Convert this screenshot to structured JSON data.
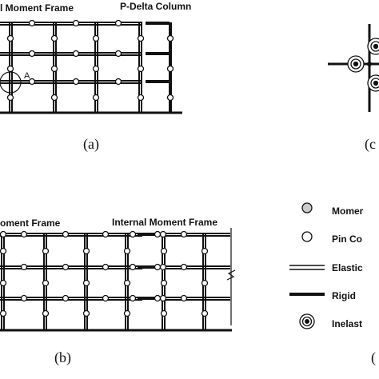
{
  "panel_a": {
    "label_left": "l Moment Frame",
    "label_right": "P-Delta Column",
    "node_label": "A",
    "caption": "(a)"
  },
  "panel_b": {
    "label_left": "oment Frame",
    "label_right": "Internal Moment Frame",
    "caption": "(b)"
  },
  "panel_c": {
    "caption": "(c"
  },
  "panel_d": {
    "caption": "(",
    "legend": [
      {
        "symbol": "moment-node",
        "text": "Momer"
      },
      {
        "symbol": "pin-node",
        "text": "Pin Co"
      },
      {
        "symbol": "elastic-line",
        "text": "Elastic"
      },
      {
        "symbol": "rigid-line",
        "text": "Rigid"
      },
      {
        "symbol": "inelastic-spring",
        "text": "Inelast"
      }
    ]
  },
  "colors": {
    "line": "#111111",
    "node_fill": "#ffffff",
    "moment_node_fill": "#cccccc"
  }
}
